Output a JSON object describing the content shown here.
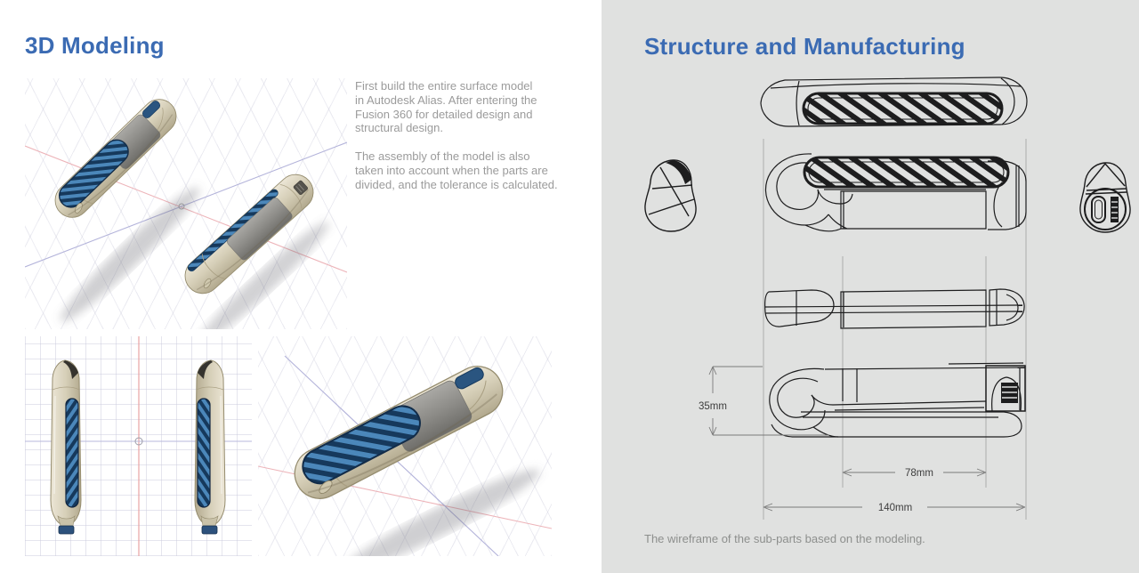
{
  "page": {
    "left": {
      "title": "3D Modeling",
      "paragraphs": {
        "p1": "First build the entire surface model\nin Autodesk Alias. After entering the\nFusion 360 for detailed design and\nstructural design.",
        "p2": "The assembly of the model is also\ntaken into account when the parts are\ndivided, and the tolerance is calculated."
      }
    },
    "right": {
      "title": "Structure and Manufacturing",
      "caption": "The wireframe of the sub-parts based on the modeling.",
      "dimensions": {
        "height": "35mm",
        "grip_length": "78mm",
        "overall_length": "140mm"
      }
    },
    "colors": {
      "accent_blue": "#3b6bb3",
      "panel_gray": "#e0e1e0",
      "text_gray": "#9b9b9b",
      "model_blue": "#2e6196",
      "model_cream": "#d6cfb8",
      "wireframe_dark": "#1d1d1e"
    }
  }
}
